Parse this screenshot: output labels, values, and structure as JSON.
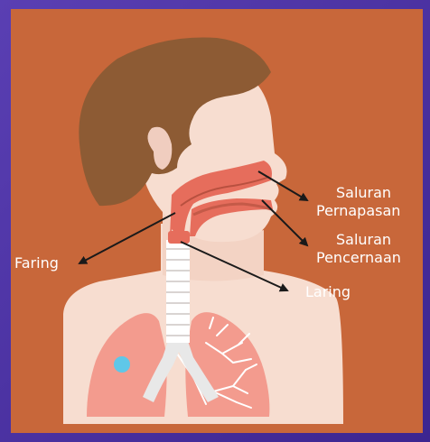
{
  "labels": {
    "saluran_pernapasan": [
      "Saluran",
      "Pernapasan"
    ],
    "saluran_pencernaan": [
      "Saluran",
      "Pencernaan"
    ],
    "faring": "Faring",
    "laring": "Laring"
  },
  "colors": {
    "background": "#c8673a",
    "frame": "#4a2f9a",
    "skin": "#f7ddd0",
    "hair": "#8d5b34",
    "airway": "#e66d5c",
    "lung": "#f39b8e",
    "trachea_ring": "#ffffff",
    "arrow": "#1a1a1a",
    "label_text": "#ffffff"
  }
}
